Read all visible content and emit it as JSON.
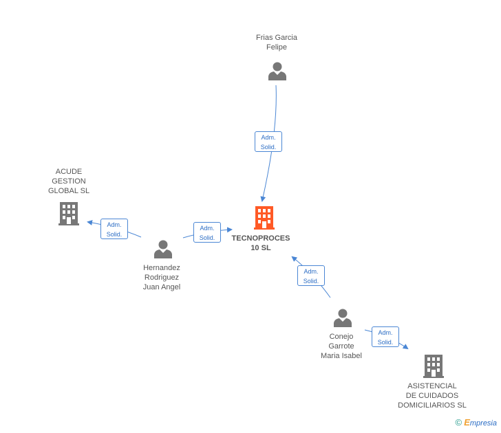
{
  "colors": {
    "edge": "#4a86d4",
    "person": "#777777",
    "company": "#777777",
    "main_company": "#ff5a26"
  },
  "nodes": {
    "frias": {
      "label": "Frias Garcia\nFelipe",
      "icon": "person-icon"
    },
    "tecnoproces": {
      "label": "TECNOPROCES\n10 SL",
      "icon": "building-icon"
    },
    "acude": {
      "label": "ACUDE\nGESTION\nGLOBAL SL",
      "icon": "building-icon"
    },
    "hernandez": {
      "label": "Hernandez\nRodriguez\nJuan Angel",
      "icon": "person-icon"
    },
    "conejo": {
      "label": "Conejo\nGarrote\nMaria Isabel",
      "icon": "person-icon"
    },
    "asistencial": {
      "label": "ASISTENCIAL\nDE CUIDADOS\nDOMICILIARIOS SL",
      "icon": "building-icon"
    }
  },
  "edges": [
    {
      "from": "frias",
      "to": "tecnoproces",
      "label": "Adm.\nSolid."
    },
    {
      "from": "hernandez",
      "to": "acude",
      "label": "Adm.\nSolid."
    },
    {
      "from": "hernandez",
      "to": "tecnoproces",
      "label": "Adm.\nSolid."
    },
    {
      "from": "conejo",
      "to": "tecnoproces",
      "label": "Adm.\nSolid."
    },
    {
      "from": "conejo",
      "to": "asistencial",
      "label": "Adm.\nSolid."
    }
  ],
  "footer": {
    "copyright": "©",
    "brand_first": "E",
    "brand_rest": "mpresia"
  }
}
